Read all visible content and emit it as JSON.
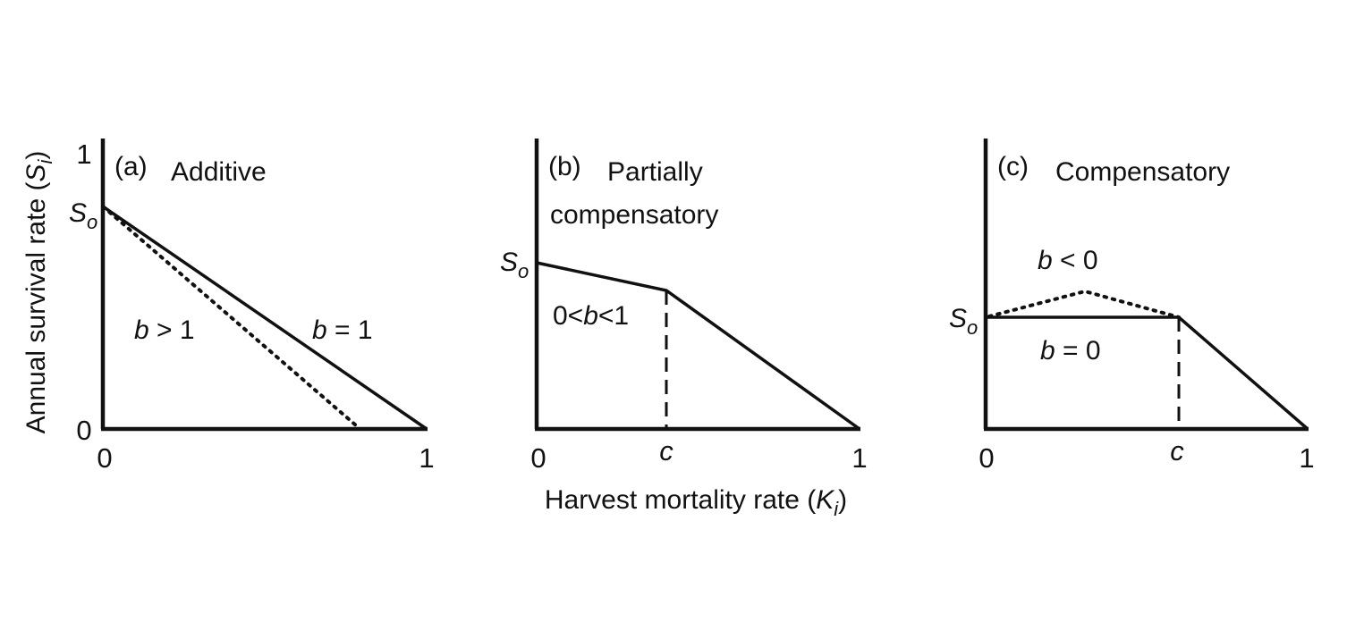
{
  "figure": {
    "ylabel_prefix": "Annual survival rate (",
    "ylabel_symbol": "S",
    "ylabel_sub": "i",
    "ylabel_suffix": ")",
    "xlabel_prefix": "Harvest mortality rate (",
    "xlabel_symbol": "K",
    "xlabel_sub": "i",
    "xlabel_suffix": ")"
  },
  "panels": [
    {
      "letter": "(a)",
      "title_lines": [
        "Additive"
      ],
      "so_symbol": "S",
      "so_sub": "o",
      "y_ticks": [
        "1",
        "0"
      ],
      "x_ticks": [
        "0",
        "1"
      ],
      "lines": [
        {
          "style": "solid",
          "label_parts": [
            "b",
            " = 1"
          ],
          "points": [
            [
              0,
              0.8
            ],
            [
              1,
              0
            ]
          ]
        },
        {
          "style": "dotted",
          "label_parts": [
            "b",
            " > 1"
          ],
          "points": [
            [
              0,
              0.8
            ],
            [
              0.8,
              0
            ]
          ]
        }
      ]
    },
    {
      "letter": "(b)",
      "title_lines": [
        "Partially",
        "compensatory"
      ],
      "so_symbol": "S",
      "so_sub": "o",
      "x_ticks": [
        "0",
        "c",
        "1"
      ],
      "c": 0.4,
      "lines": [
        {
          "style": "solid",
          "label_parts": [
            "0<",
            "b",
            "<1"
          ],
          "points": [
            [
              0,
              0.6
            ],
            [
              0.4,
              0.5
            ],
            [
              1,
              0
            ]
          ]
        }
      ]
    },
    {
      "letter": "(c)",
      "title_lines": [
        "Compensatory"
      ],
      "so_symbol": "S",
      "so_sub": "o",
      "x_ticks": [
        "0",
        "c",
        "1"
      ],
      "c": 0.6,
      "lines": [
        {
          "style": "solid",
          "label_parts": [
            "b",
            " = 0"
          ],
          "points": [
            [
              0,
              0.4
            ],
            [
              0.6,
              0.4
            ],
            [
              1,
              0
            ]
          ]
        },
        {
          "style": "dotted",
          "label_parts": [
            "b",
            " < 0"
          ],
          "points": [
            [
              0,
              0.4
            ],
            [
              0.3,
              0.5
            ],
            [
              0.6,
              0.4
            ]
          ]
        }
      ]
    }
  ]
}
